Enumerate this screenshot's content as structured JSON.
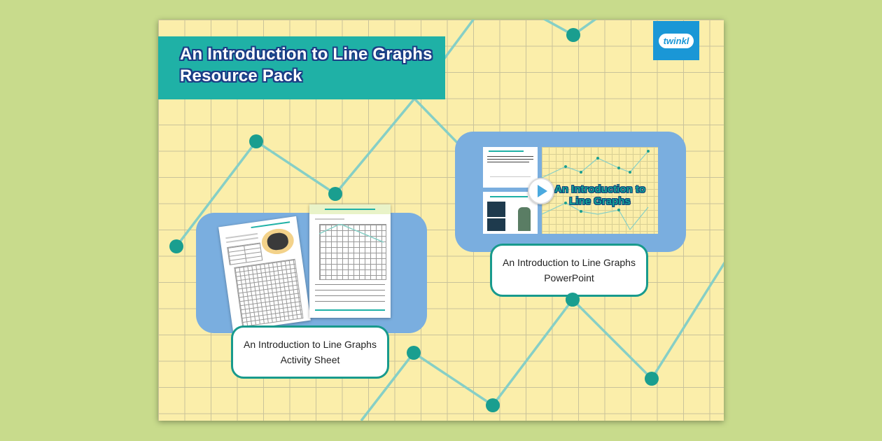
{
  "resource": {
    "title_line1": "An Introduction to Line Graphs",
    "title_line2": "Resource Pack"
  },
  "brand": {
    "logo_text": "twinkl",
    "color": "#1a97d6"
  },
  "items": [
    {
      "label_line1": "An Introduction to Line Graphs",
      "label_line2": "Activity Sheet"
    },
    {
      "label_line1": "An Introduction to Line Graphs",
      "label_line2": "PowerPoint"
    }
  ],
  "powerpoint_preview": {
    "cover_title_line1": "An Introduction to",
    "cover_title_line2": "Line Graphs"
  },
  "colors": {
    "background": "#c8db8c",
    "grid_paper": "#fbeeaa",
    "banner": "#1fb1a6",
    "panel": "#7aaedf",
    "node": "#1a9e8f",
    "line": "#86cfc6"
  }
}
